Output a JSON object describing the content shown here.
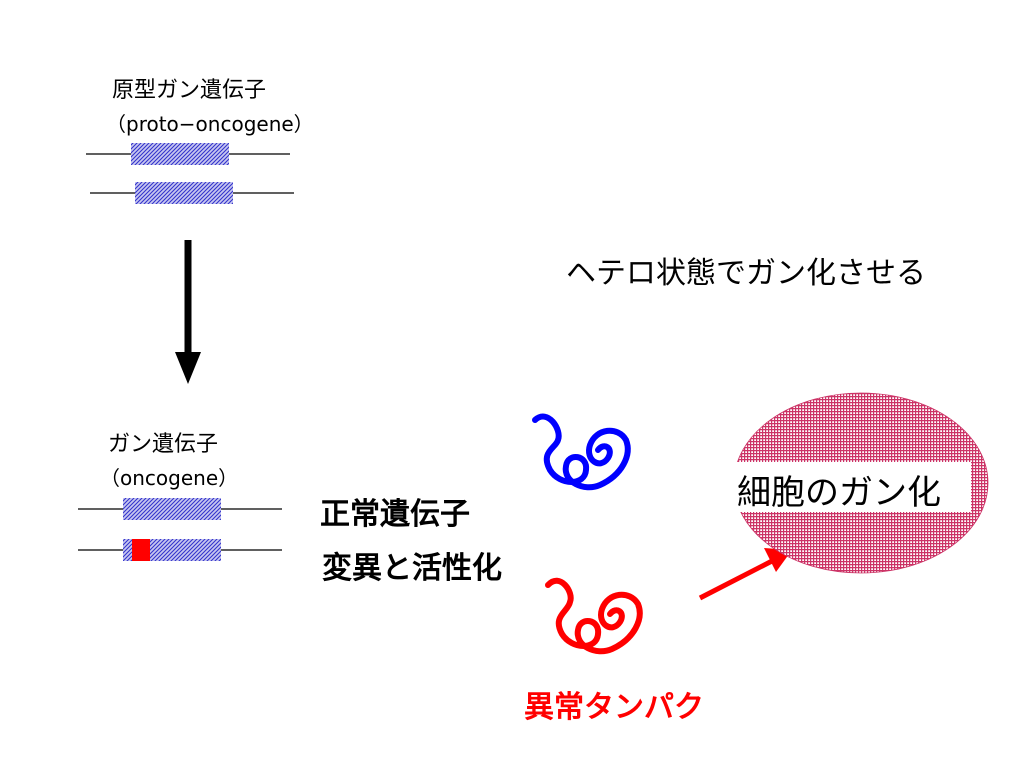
{
  "proto_oncogene": {
    "title": "原型ガン遺伝子",
    "subtitle": "（proto−oncogene）"
  },
  "oncogene": {
    "title": "ガン遺伝子",
    "subtitle": "（oncogene）"
  },
  "labels": {
    "normal_gene": "正常遺伝子",
    "mutation_activation": "変異と活性化",
    "hetero_state": "ヘテロ状態でガン化させる",
    "abnormal_protein": "異常タンパク",
    "cell_cancer": "細胞のガン化"
  },
  "colors": {
    "gene_blue": "#3333cc",
    "mutation_red": "#ff0000",
    "protein_normal": "#0000ff",
    "protein_abnormal": "#ff0000",
    "cell_fill": "#cc3366",
    "arrow_black": "#000000"
  }
}
